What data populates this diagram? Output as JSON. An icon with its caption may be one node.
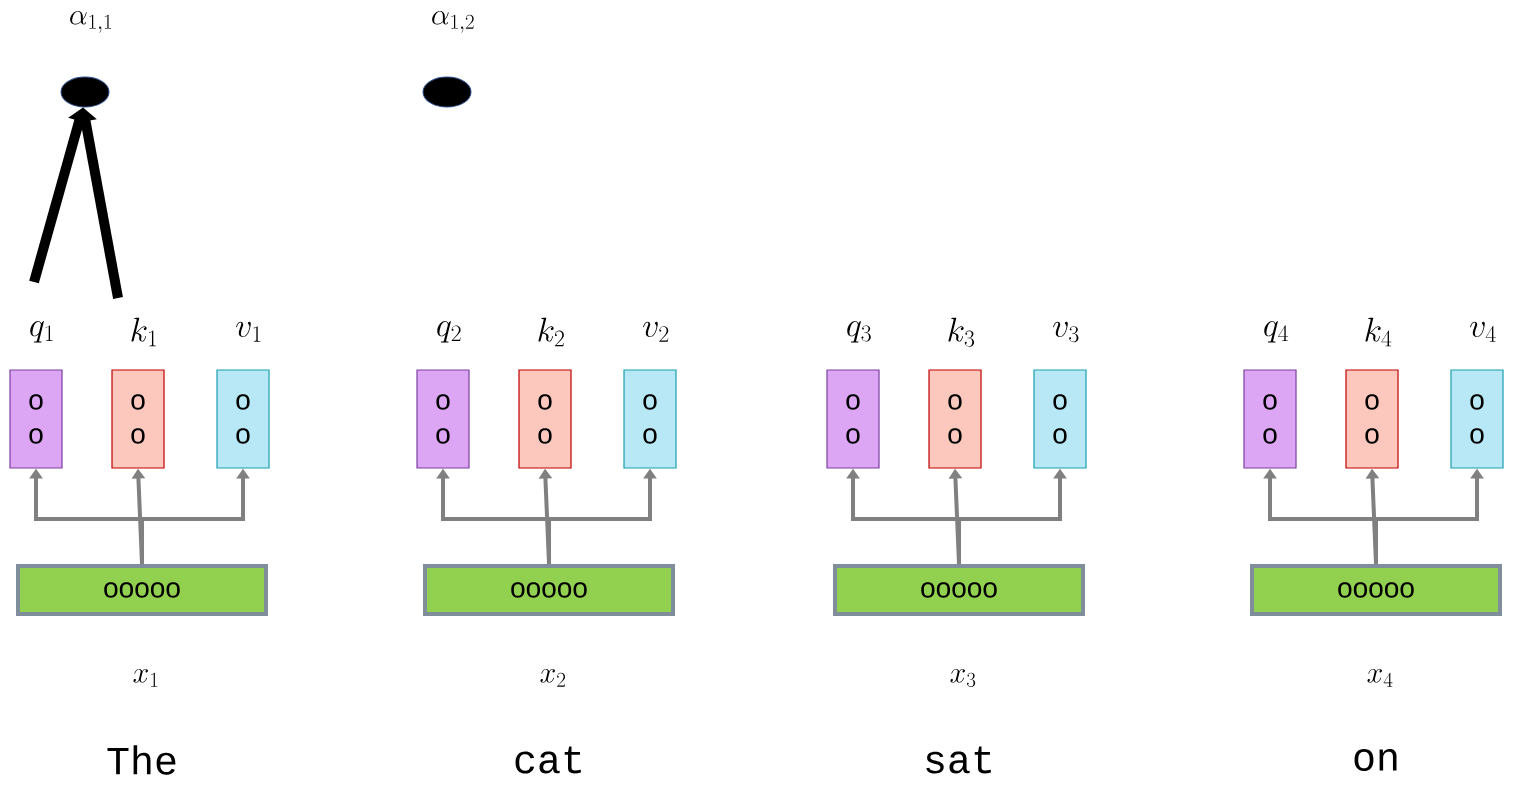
{
  "diagram": {
    "nodes": [
      {
        "text": [
          "\\alpha_{1,1}"
        ]
      },
      {
        "text": [
          "\\alpha_{1,2}"
        ]
      },
      {
        "text": [
          "q_{1}",
          "o o"
        ]
      },
      {
        "text": [
          "k_{1}",
          "o o"
        ]
      },
      {
        "text": [
          "v_{1}",
          "o o"
        ]
      },
      {
        "text": [
          "ooooo"
        ]
      },
      {
        "text": [
          "q_{2}",
          "o o"
        ]
      },
      {
        "text": [
          "k_{2}",
          "o o"
        ]
      },
      {
        "text": [
          "v_{2}",
          "o o"
        ]
      },
      {
        "text": [
          "ooooo"
        ]
      },
      {
        "text": [
          "q_{3}",
          "o o"
        ]
      },
      {
        "text": [
          "k_{3}",
          "o o"
        ]
      },
      {
        "text": [
          "v_{3}",
          "o o"
        ]
      },
      {
        "text": [
          "ooooo"
        ]
      },
      {
        "text": [
          "q_{4}",
          "o o"
        ]
      },
      {
        "text": [
          "k_{4}",
          "o o"
        ]
      },
      {
        "text": [
          "v_{4}",
          "o o"
        ]
      },
      {
        "text": [
          "ooooo"
        ]
      }
    ],
    "labels": [
      "x_{1}",
      "x_{2}",
      "x_{3}",
      "x_{4}",
      "The",
      "cat",
      "sat",
      "on"
    ],
    "edges": [
      {
        "from": 2,
        "to": 0,
        "arrow": "to",
        "style": "thick",
        "color": "#000000"
      },
      {
        "from": 3,
        "to": 0,
        "arrow": "to",
        "style": "thick",
        "color": "#000000"
      },
      {
        "from": 5,
        "to": 2,
        "arrow": "to"
      },
      {
        "from": 5,
        "to": 3,
        "arrow": "to"
      },
      {
        "from": 5,
        "to": 4,
        "arrow": "to"
      },
      {
        "from": 9,
        "to": 6,
        "arrow": "to"
      },
      {
        "from": 9,
        "to": 7,
        "arrow": "to"
      },
      {
        "from": 9,
        "to": 8,
        "arrow": "to"
      },
      {
        "from": 13,
        "to": 10,
        "arrow": "to"
      },
      {
        "from": 13,
        "to": 11,
        "arrow": "to"
      },
      {
        "from": 13,
        "to": 12,
        "arrow": "to"
      },
      {
        "from": 17,
        "to": 14,
        "arrow": "to"
      },
      {
        "from": 17,
        "to": 15,
        "arrow": "to"
      },
      {
        "from": 17,
        "to": 16,
        "arrow": "to"
      }
    ]
  }
}
